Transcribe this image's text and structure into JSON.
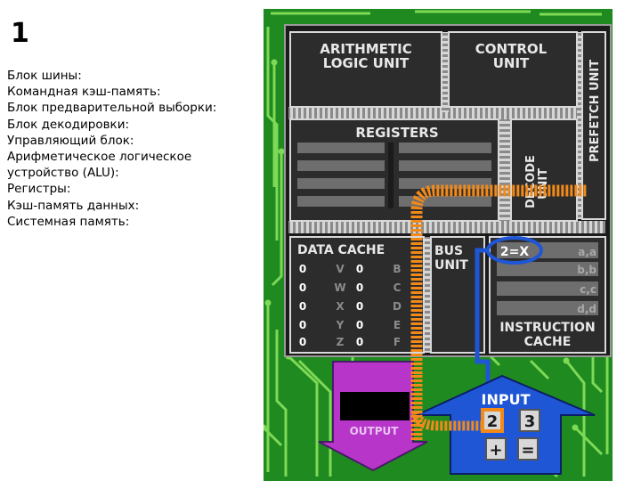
{
  "slide": {
    "number": "1"
  },
  "terms": [
    "Блок шины:",
    "Командная кэш-память:",
    "Блок предварительной выборки:",
    "Блок декодировки:",
    "Управляющий блок:",
    "Арифметическое логическое устройство (ALU):",
    "Регистры:",
    "Кэш-память данных:",
    "Системная память:"
  ],
  "diagram": {
    "alu": [
      "ARITHMETIC",
      "LOGIC UNIT"
    ],
    "control": [
      "CONTROL",
      "UNIT"
    ],
    "prefetch": "PREFETCH UNIT",
    "registers": "REGISTERS",
    "decode": [
      "DECODE",
      "UNIT"
    ],
    "data_cache": "DATA CACHE",
    "data_cache_rows": [
      {
        "a": "0",
        "b": "V",
        "c": "0",
        "d": "B"
      },
      {
        "a": "0",
        "b": "W",
        "c": "0",
        "d": "C"
      },
      {
        "a": "0",
        "b": "X",
        "c": "0",
        "d": "D"
      },
      {
        "a": "0",
        "b": "Y",
        "c": "0",
        "d": "E"
      },
      {
        "a": "0",
        "b": "Z",
        "c": "0",
        "d": "F"
      }
    ],
    "bus_unit": [
      "BUS",
      "UNIT"
    ],
    "instruction": "2=X",
    "instruction_rows": [
      "a,a",
      "b,b",
      "c,c",
      "d,d"
    ],
    "instruction_cache": [
      "INSTRUCTION",
      "CACHE"
    ],
    "output": "OUTPUT",
    "input": "INPUT",
    "keys": [
      "2",
      "3",
      "+",
      "="
    ],
    "colors": {
      "board": "#1f8a1f",
      "trace": "#7ed957",
      "chip": "#2c2c2c",
      "chip_border": "#d8d8d8",
      "orange": "#f28a1a",
      "blue": "#1f56d6",
      "magenta": "#b736c9"
    }
  }
}
